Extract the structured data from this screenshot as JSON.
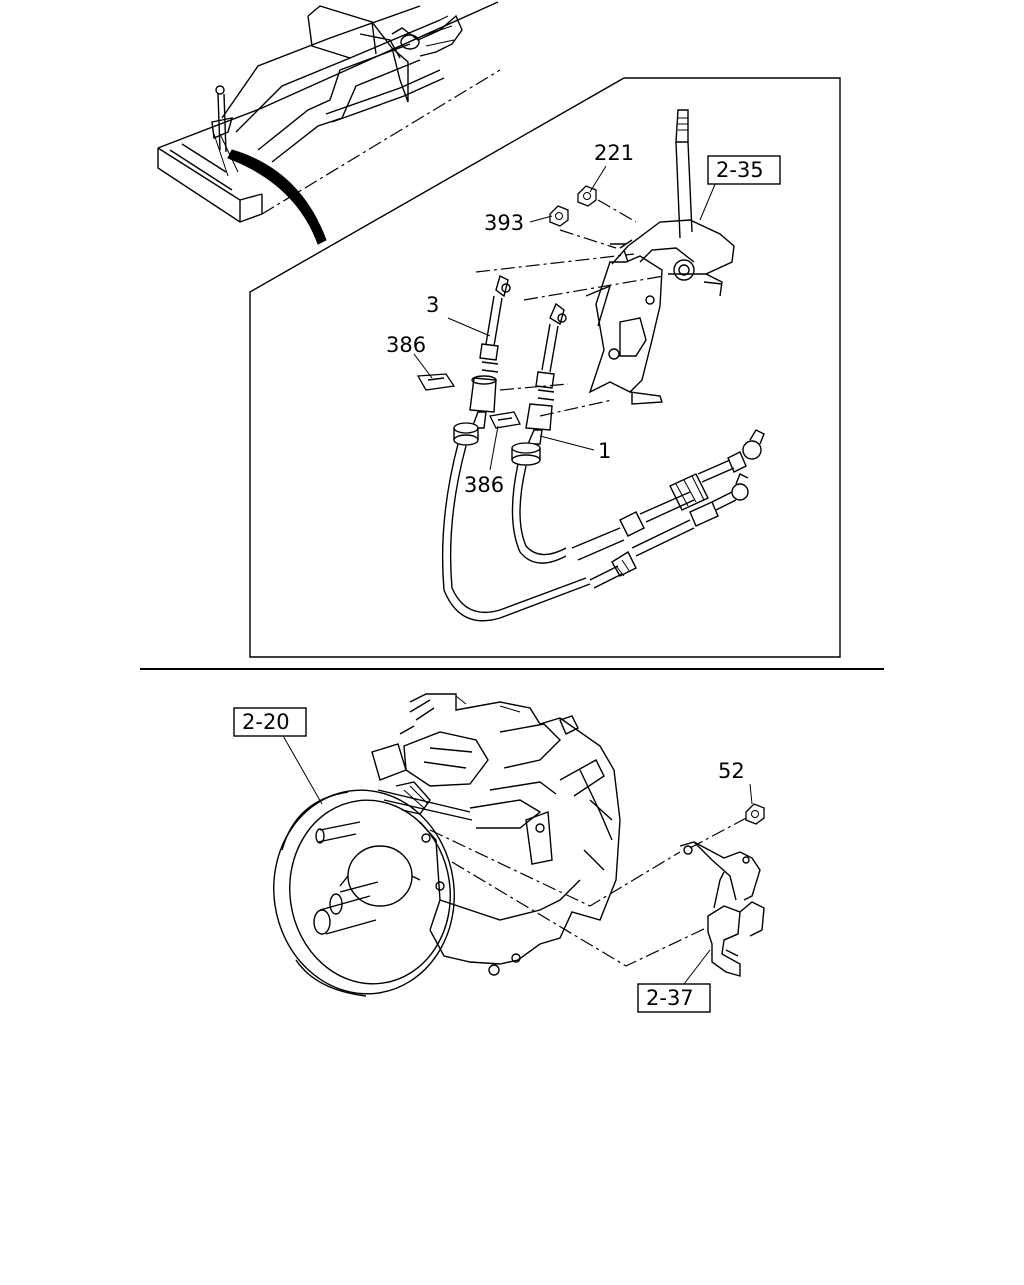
{
  "upper_view": {
    "callouts": {
      "part_221": "221",
      "part_393": "393",
      "part_3": "3",
      "part_386_left": "386",
      "part_386_lower": "386",
      "part_1": "1"
    },
    "references": {
      "ref_2_35": "2-35"
    }
  },
  "lower_view": {
    "callouts": {
      "part_52": "52"
    },
    "references": {
      "ref_2_20": "2-20",
      "ref_2_37": "2-37"
    }
  }
}
